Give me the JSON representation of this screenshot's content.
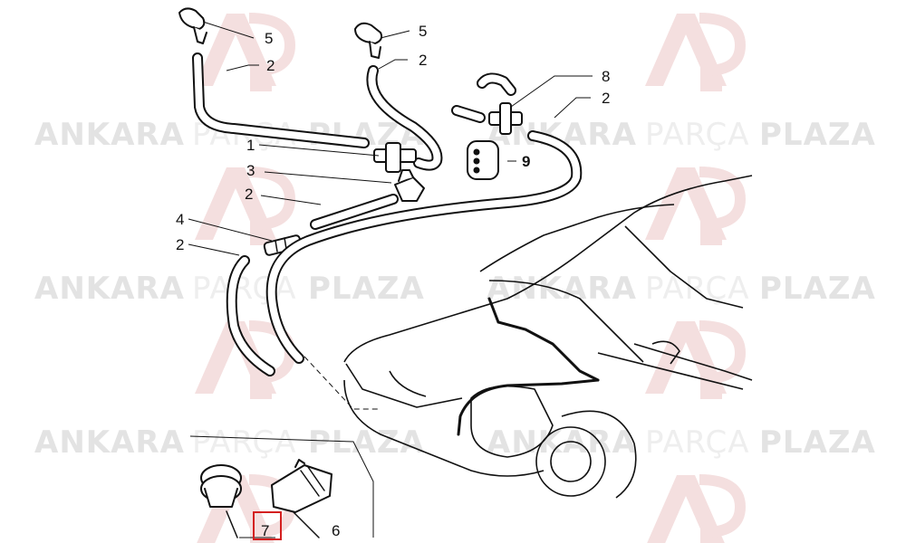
{
  "watermark": {
    "brand_a": "ANKARA",
    "brand_b": "PARÇA",
    "brand_c": "PLAZA",
    "logo_letters": "AP",
    "color_dark": "#e3e3e3",
    "color_light": "#eeeeee",
    "color_logo": "#f5dede"
  },
  "callouts": [
    {
      "id": "c5a",
      "label": "5"
    },
    {
      "id": "c2a",
      "label": "2"
    },
    {
      "id": "c5b",
      "label": "5"
    },
    {
      "id": "c2b",
      "label": "2"
    },
    {
      "id": "c8",
      "label": "8"
    },
    {
      "id": "c2c",
      "label": "2"
    },
    {
      "id": "c1",
      "label": "1"
    },
    {
      "id": "c9",
      "label": "9"
    },
    {
      "id": "c3",
      "label": "3"
    },
    {
      "id": "c2d",
      "label": "2"
    },
    {
      "id": "c4",
      "label": "4"
    },
    {
      "id": "c2e",
      "label": "2"
    },
    {
      "id": "c7",
      "label": "7"
    },
    {
      "id": "c6",
      "label": "6"
    }
  ],
  "highlight_color": "#d42020",
  "line_color": "#111111"
}
